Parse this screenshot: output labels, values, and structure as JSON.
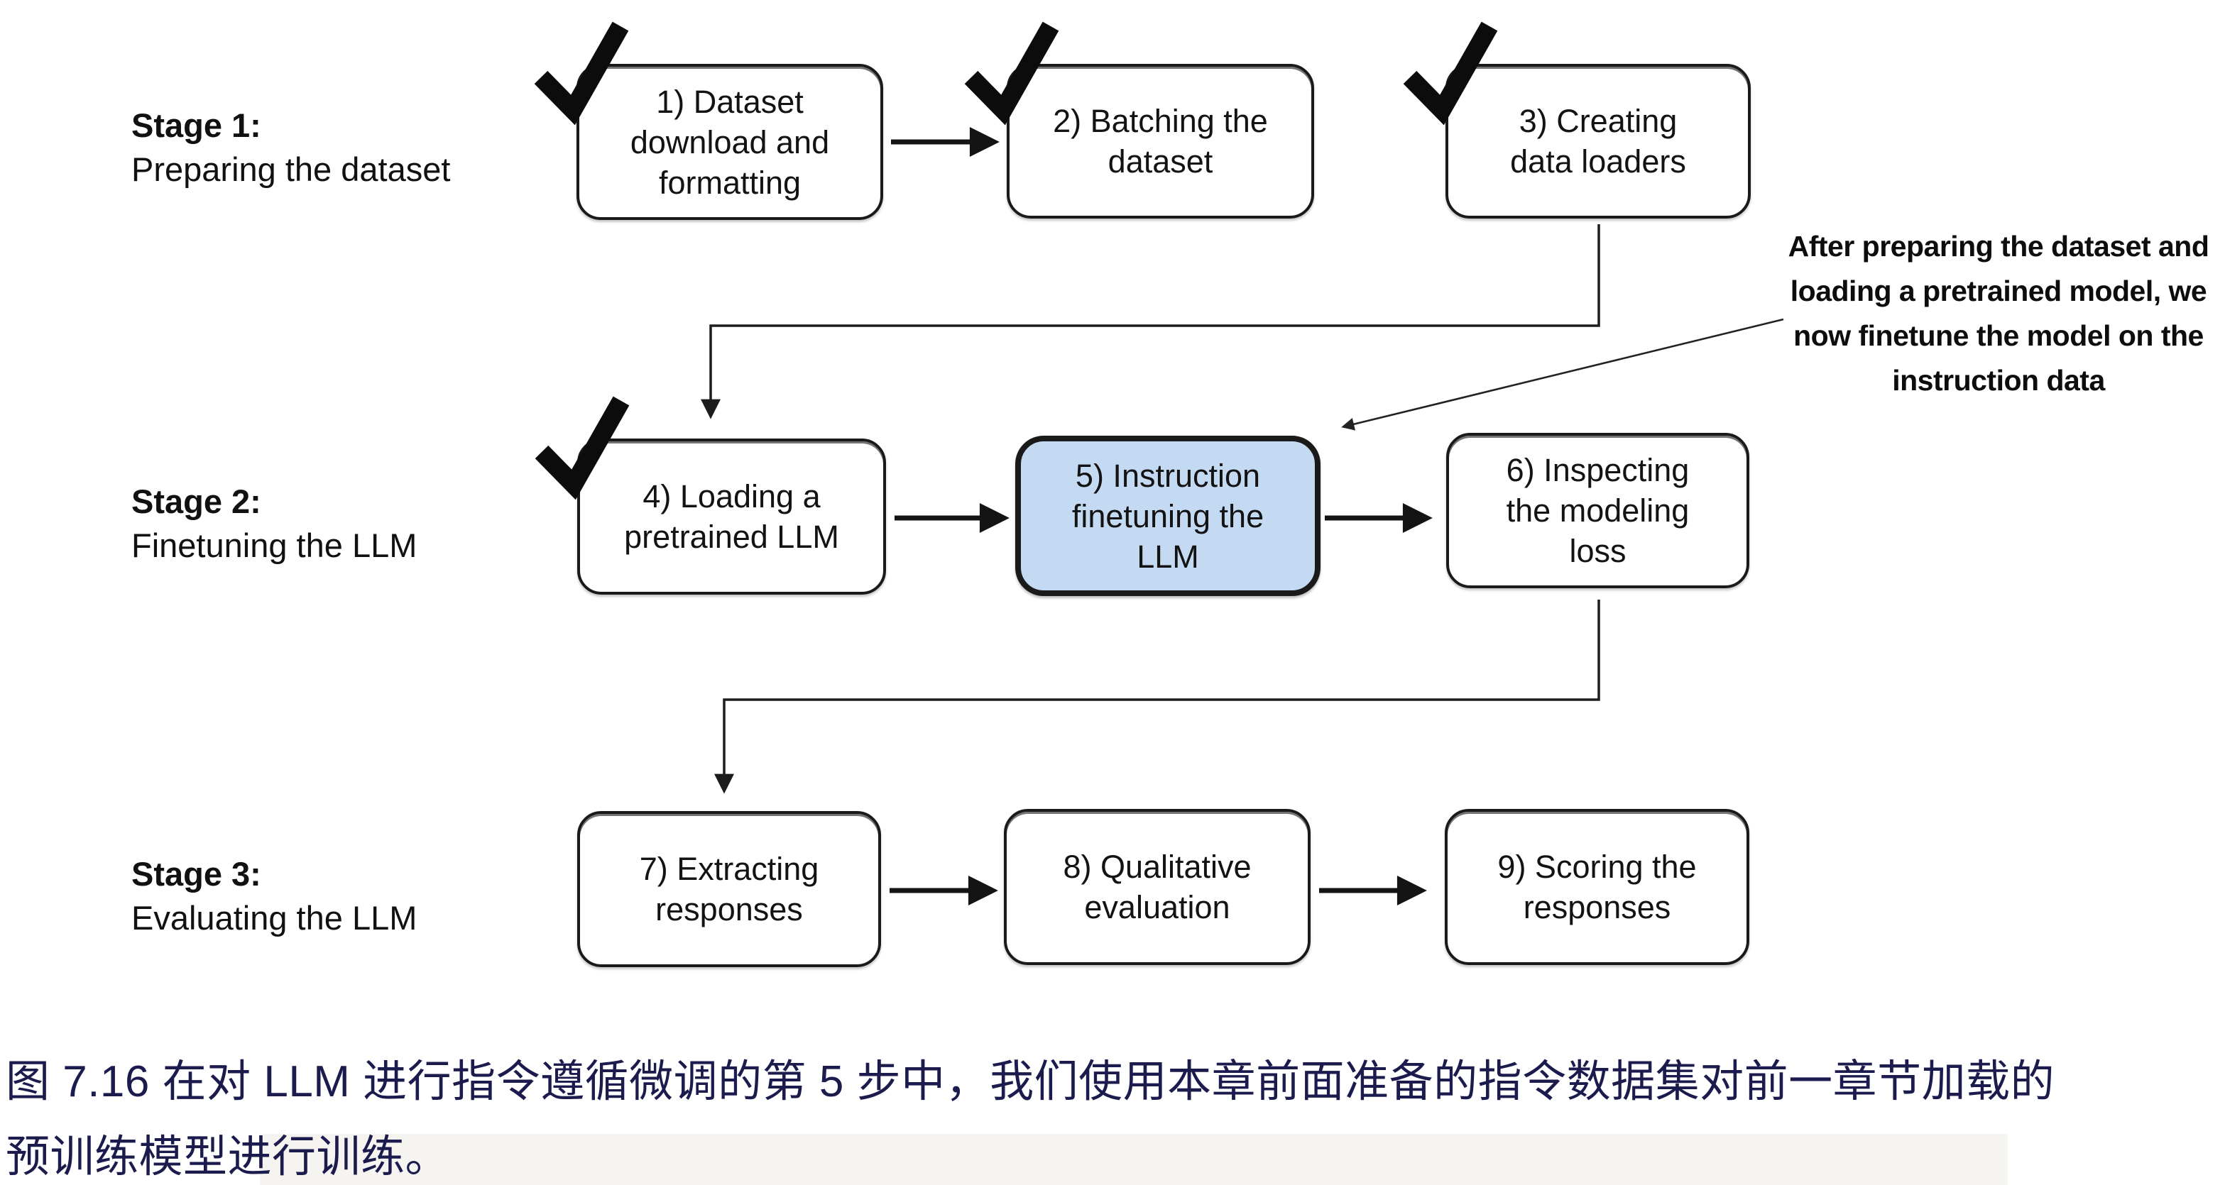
{
  "figure": {
    "caption_text": "图 7.16 在对 LLM 进行指令遵循微调的第 5 步中，我们使用本章前面准备的指令数据集对前一章节加载的\n预训练模型进行训练。"
  },
  "stages": [
    {
      "title": "Stage 1:",
      "subtitle": "Preparing the dataset"
    },
    {
      "title": "Stage 2:",
      "subtitle": "Finetuning the LLM"
    },
    {
      "title": "Stage 3:",
      "subtitle": "Evaluating the LLM"
    }
  ],
  "boxes": [
    {
      "label": "1) Dataset\ndownload and\nformatting",
      "checked": true,
      "highlighted": false
    },
    {
      "label": "2) Batching the\ndataset",
      "checked": true,
      "highlighted": false
    },
    {
      "label": "3) Creating\ndata loaders",
      "checked": true,
      "highlighted": false
    },
    {
      "label": "4) Loading a\npretrained LLM",
      "checked": true,
      "highlighted": false
    },
    {
      "label": "5) Instruction\nfinetuning the\nLLM",
      "checked": false,
      "highlighted": true
    },
    {
      "label": "6) Inspecting\nthe modeling\nloss",
      "checked": false,
      "highlighted": false
    },
    {
      "label": "7) Extracting\nresponses",
      "checked": false,
      "highlighted": false
    },
    {
      "label": "8) Qualitative\nevaluation",
      "checked": false,
      "highlighted": false
    },
    {
      "label": "9) Scoring the\nresponses",
      "checked": false,
      "highlighted": false
    }
  ],
  "annotation": {
    "text": "After preparing the dataset and\nloading a pretrained model, we\nnow finetune the model on the\ninstruction data"
  },
  "colors": {
    "highlight_fill": "#c4d9f2",
    "box_border": "#1a1a1a",
    "caption_color": "#1b1b4e"
  }
}
